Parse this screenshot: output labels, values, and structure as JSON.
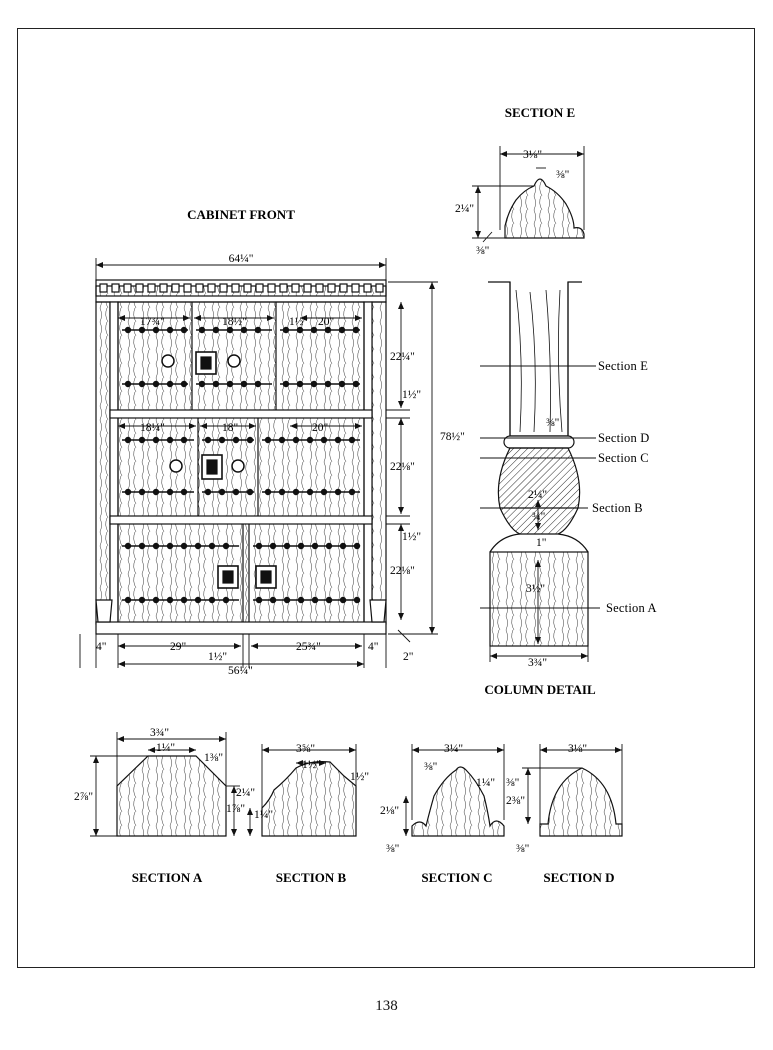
{
  "page_number": "138",
  "cabinet": {
    "title": "CABINET FRONT",
    "overall_width": "64¼\"",
    "overall_height": "78½\"",
    "top_widths": [
      "17¾\"",
      "18½\"",
      "1½\"",
      "20\""
    ],
    "middle_widths": [
      "18¼\"",
      "18\"",
      "20\""
    ],
    "heights": [
      "22¼\"",
      "1½\"",
      "22⅛\"",
      "1½\"",
      "22⅛\""
    ],
    "bottom": [
      "4\"",
      "29\"",
      "1½\"",
      "25¾\"",
      "4\"",
      "56¼\"",
      "2\""
    ]
  },
  "column": {
    "title": "COLUMN DETAIL",
    "callouts": [
      "Section E",
      "Section D",
      "Section C",
      "Section B",
      "Section A"
    ],
    "dims": [
      "⅜\"",
      "2¼\"",
      "¾\"",
      "1\"",
      "3½\"",
      "3¾\""
    ]
  },
  "section_e": {
    "title": "SECTION E",
    "dims": [
      "3⅛\"",
      "⅜\"",
      "2¼\"",
      "⅜\""
    ]
  },
  "section_a": {
    "title": "SECTION A",
    "dims": [
      "3¾\"",
      "1¼\"",
      "1⅜\"",
      "2⅞\"",
      "2¼\"",
      "1⅞\""
    ]
  },
  "section_b": {
    "title": "SECTION B",
    "dims": [
      "3⅝\"",
      "1½\"",
      "1½\"",
      "1¼\""
    ]
  },
  "section_c": {
    "title": "SECTION C",
    "dims": [
      "3¼\"",
      "⅜\"",
      "1¼\"",
      "2⅛\"",
      "⅜\""
    ]
  },
  "section_d": {
    "title": "SECTION D",
    "dims": [
      "3⅛\"",
      "⅜\"",
      "2⅜\"",
      "⅜\""
    ]
  }
}
